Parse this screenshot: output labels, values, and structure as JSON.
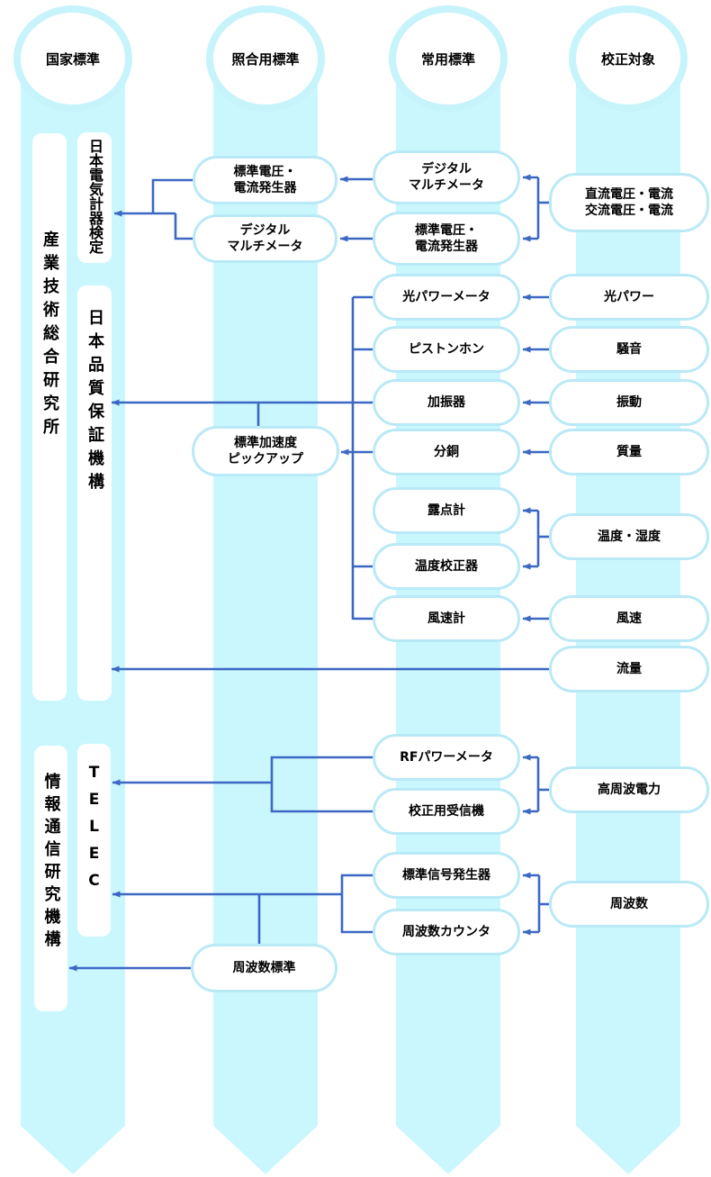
{
  "colors": {
    "band": "#c9f7fd",
    "box-border": "#b9e9f6",
    "circle-border": "#c7f3fb",
    "arrow": "#3c68c4",
    "text": "#000000"
  },
  "columns": {
    "national": {
      "header": "国家標準"
    },
    "reference": {
      "header": "照合用標準"
    },
    "working": {
      "header": "常用標準"
    },
    "target": {
      "header": "校正対象"
    }
  },
  "organizations": {
    "aist": {
      "label": "産業技術総合研究所"
    },
    "jemic": {
      "label": "日本電気計器検定"
    },
    "jqa": {
      "label": "日本品質保証機構"
    },
    "nict": {
      "label": "情報通信研究機構"
    },
    "telec": {
      "label": "TELEC"
    }
  },
  "nodes": {
    "reference": {
      "gen": {
        "line1": "標準電圧・",
        "line2": "電流発生器"
      },
      "dmm": {
        "line1": "デジタル",
        "line2": "マルチメータ"
      },
      "accel": {
        "line1": "標準加速度",
        "line2": "ピックアップ"
      },
      "freq_std": {
        "label": "周波数標準"
      }
    },
    "working": {
      "dmm": {
        "line1": "デジタル",
        "line2": "マルチメータ"
      },
      "gen": {
        "line1": "標準電圧・",
        "line2": "電流発生器"
      },
      "opt_pm": {
        "label": "光パワーメータ"
      },
      "pistonphone": {
        "label": "ピストンホン"
      },
      "shaker": {
        "label": "加振器"
      },
      "weight": {
        "label": "分銅"
      },
      "dewpoint": {
        "label": "露点計"
      },
      "temp_cal": {
        "label": "温度校正器"
      },
      "anemometer": {
        "label": "風速計"
      },
      "rf_pm": {
        "label": "RFパワーメータ"
      },
      "cal_receiver": {
        "label": "校正用受信機"
      },
      "sig_gen": {
        "label": "標準信号発生器"
      },
      "freq_counter": {
        "label": "周波数カウンタ"
      }
    },
    "target": {
      "dc_ac": {
        "line1": "直流電圧・電流",
        "line2": "交流電圧・電流"
      },
      "opt_power": {
        "label": "光パワー"
      },
      "noise": {
        "label": "騒音"
      },
      "vibration": {
        "label": "振動"
      },
      "mass": {
        "label": "質量"
      },
      "temp_hum": {
        "label": "温度・湿度"
      },
      "wind_speed": {
        "label": "風速"
      },
      "flow": {
        "label": "流量"
      },
      "rf_power": {
        "label": "高周波電力"
      },
      "frequency": {
        "label": "周波数"
      }
    }
  }
}
